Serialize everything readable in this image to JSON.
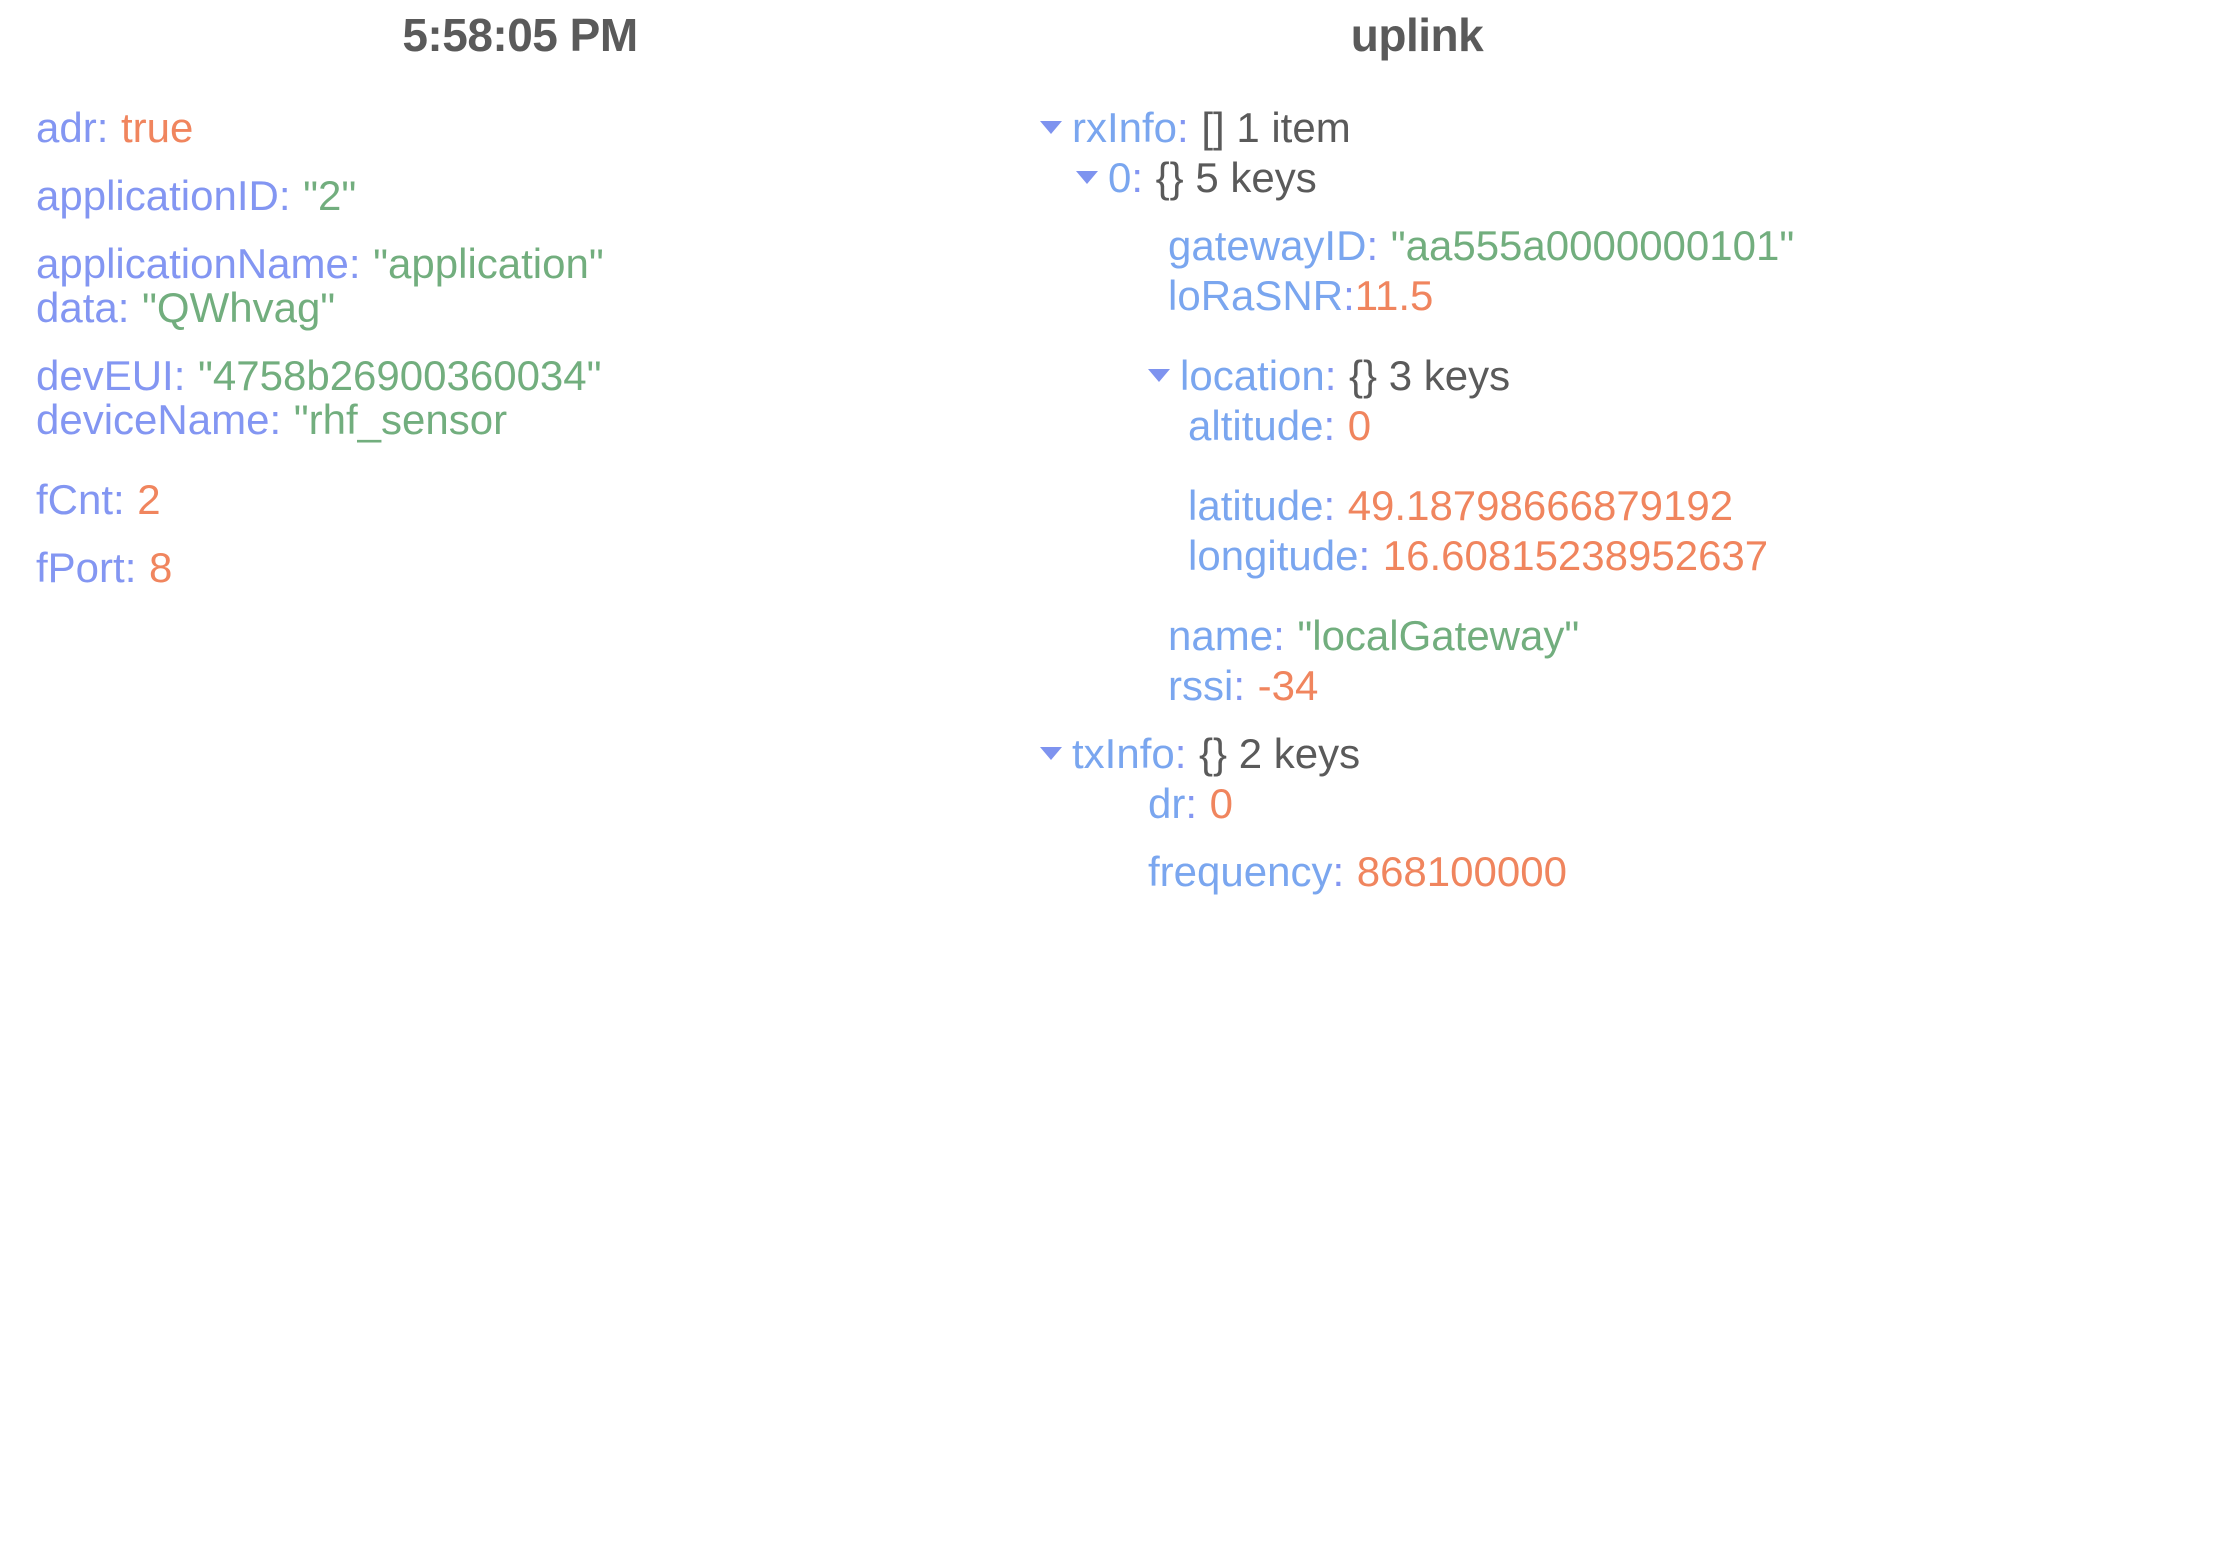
{
  "left_panel": {
    "heading": "5:58:05 PM",
    "rows": [
      {
        "key": "adr",
        "sep": ":",
        "value": "true",
        "value_type": "num"
      },
      {
        "key": "applicationID",
        "sep": ":",
        "value": "\"2\"",
        "value_type": "str"
      },
      {
        "key": "applicationName",
        "sep": ":",
        "value": "\"application\"",
        "value_type": "str"
      },
      {
        "key": "data",
        "sep": ":",
        "value": "\"QWhvag\"",
        "value_type": "str"
      },
      {
        "key": "devEUI",
        "sep": ":",
        "value": "\"4758b26900360034\"",
        "value_type": "str"
      },
      {
        "key": "deviceName",
        "sep": ":",
        "value": "\"rhf_sensor",
        "value_type": "str"
      },
      {
        "key": "fCnt",
        "sep": ":",
        "value": "2",
        "value_type": "num"
      },
      {
        "key": "fPort",
        "sep": ":",
        "value": "8",
        "value_type": "num"
      }
    ]
  },
  "right_panel": {
    "heading": "uplink",
    "rows": [
      {
        "key": "rxInfo",
        "sep": ":",
        "meta": "[] 1 item",
        "expanded": true
      },
      {
        "key": "0",
        "sep": ":",
        "meta": "{} 5 keys",
        "expanded": true
      },
      {
        "key": "gatewayID",
        "sep": ":",
        "value": "\"aa555a0000000101\"",
        "value_type": "str"
      },
      {
        "key": "loRaSNR",
        "sep": ":",
        "value": "11.5",
        "value_type": "num"
      },
      {
        "key": "location",
        "sep": ":",
        "meta": "{} 3 keys",
        "expanded": true
      },
      {
        "key": "altitude",
        "sep": ":",
        "value": "0",
        "value_type": "num"
      },
      {
        "key": "latitude",
        "sep": ":",
        "value": "49.18798666879192",
        "value_type": "num"
      },
      {
        "key": "longitude",
        "sep": ":",
        "value": "16.60815238952637",
        "value_type": "num"
      },
      {
        "key": "name",
        "sep": ":",
        "value": "\"localGateway\"",
        "value_type": "str"
      },
      {
        "key": "rssi",
        "sep": ":",
        "value": "-34",
        "value_type": "num"
      },
      {
        "key": "txInfo",
        "sep": ":",
        "meta": "{} 2 keys",
        "expanded": true
      },
      {
        "key": "dr",
        "sep": ":",
        "value": "0",
        "value_type": "num"
      },
      {
        "key": "frequency",
        "sep": ":",
        "value": "868100000",
        "value_type": "num"
      }
    ]
  },
  "colors": {
    "key_blue": "#8396f2",
    "string_green": "#72ae7e",
    "number_orange": "#f0855e",
    "meta_grey": "#5a5a5a",
    "triangle_blue": "#7e93ef",
    "background": "#ffffff"
  }
}
